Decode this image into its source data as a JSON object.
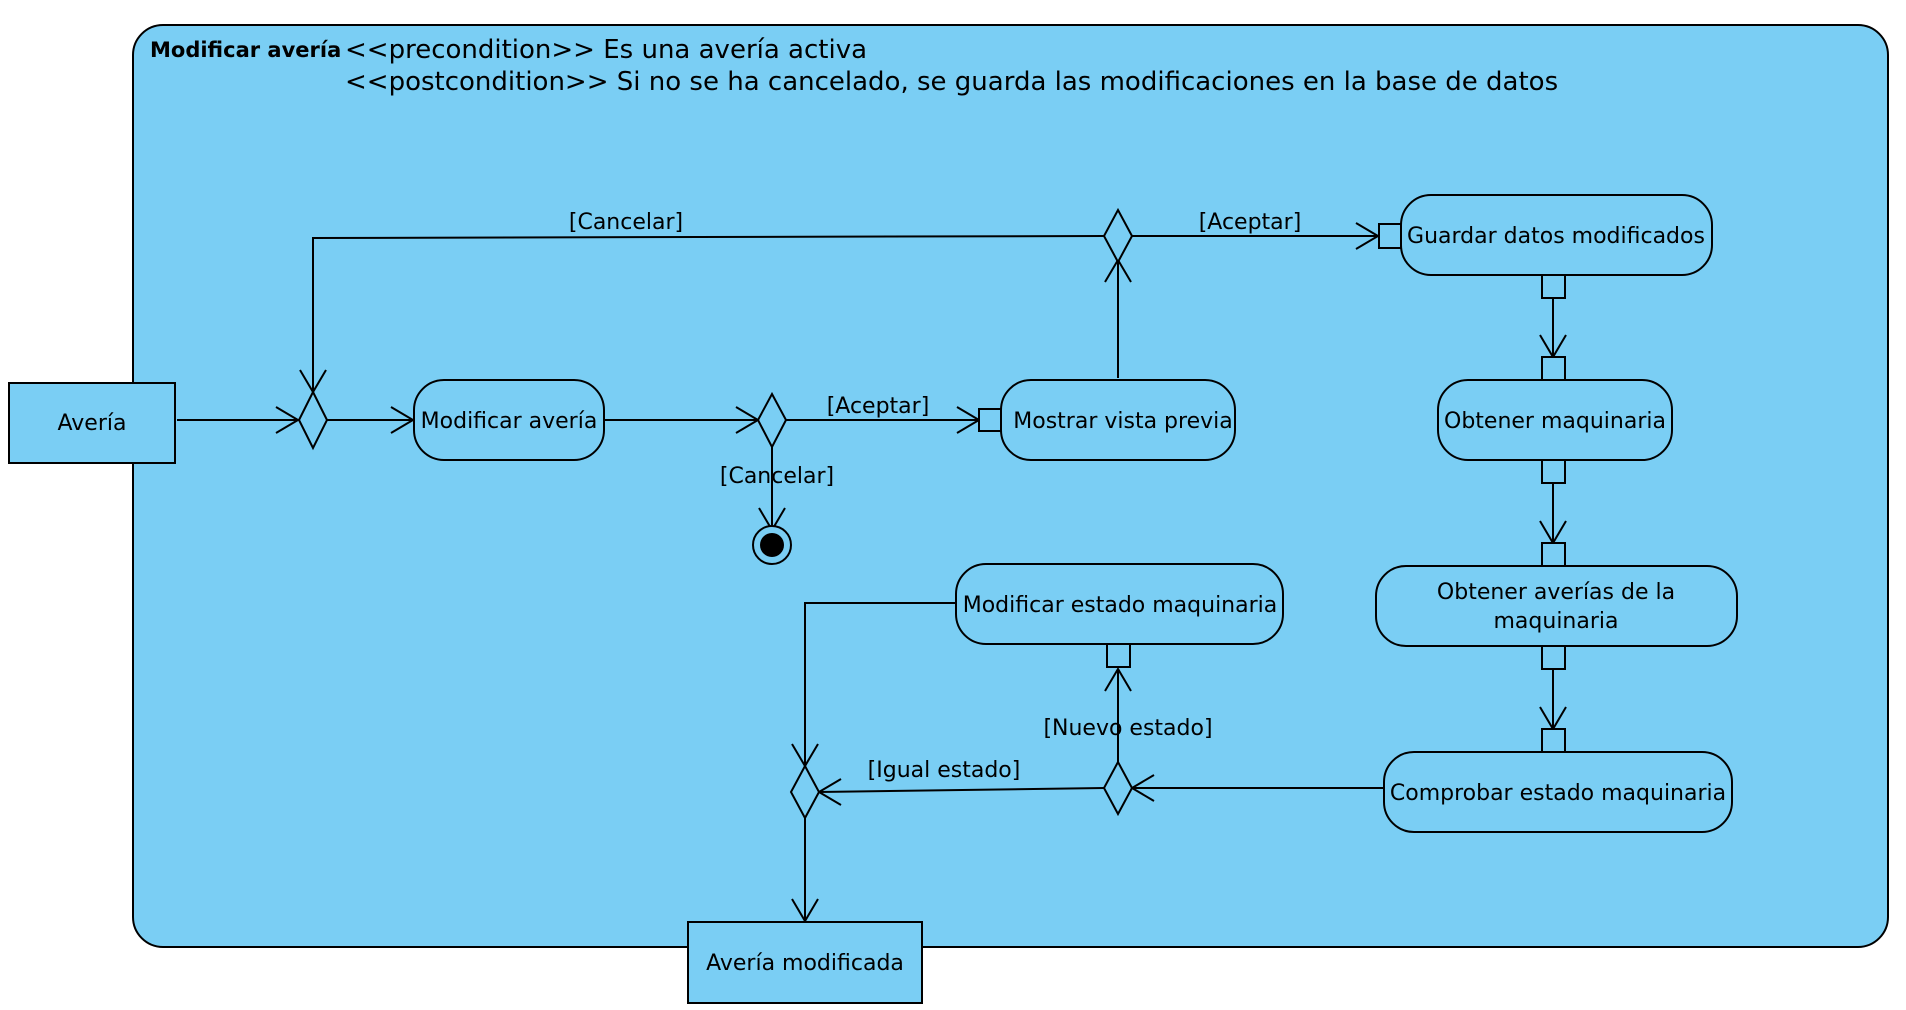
{
  "frame": {
    "title": "Modificar avería",
    "precondition": "<<precondition>> Es una avería activa",
    "postcondition": "<<postcondition>> Si no se ha cancelado, se guarda las modificaciones en la base de datos"
  },
  "nodes": {
    "averia": "Avería",
    "averia_modificada": "Avería modificada",
    "modificar_averia": "Modificar avería",
    "mostrar_vista_previa": "Mostrar vista previa",
    "guardar_datos": "Guardar datos modificados",
    "obtener_maquinaria": "Obtener maquinaria",
    "obtener_averias_1": "Obtener averías de la",
    "obtener_averias_2": "maquinaria",
    "comprobar_estado": "Comprobar estado maquinaria",
    "modificar_estado": "Modificar estado maquinaria"
  },
  "guards": {
    "cancelar_top": "[Cancelar]",
    "aceptar_top": "[Aceptar]",
    "aceptar_mid": "[Aceptar]",
    "cancelar_mid": "[Cancelar]",
    "nuevo_estado": "[Nuevo estado]",
    "igual_estado": "[Igual estado]"
  }
}
